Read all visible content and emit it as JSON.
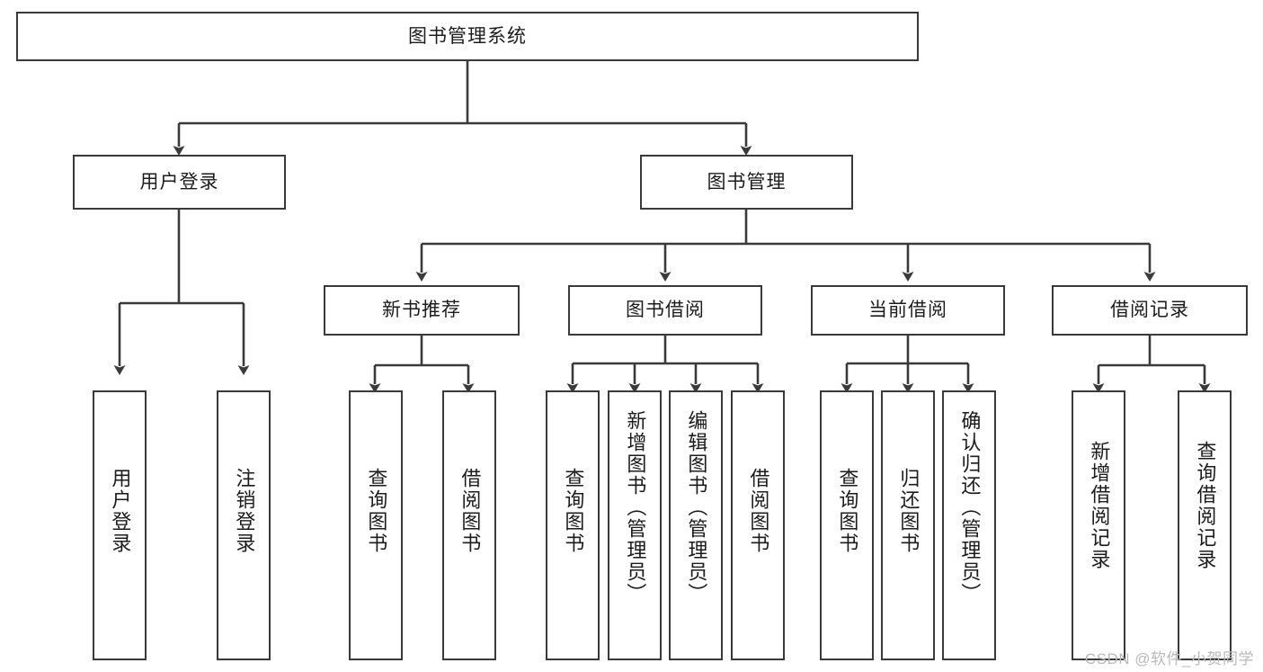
{
  "diagram": {
    "title": "图书管理系统",
    "root": {
      "label": "图书管理系统"
    },
    "level2": [
      {
        "label": "用户登录"
      },
      {
        "label": "图书管理"
      }
    ],
    "level3": [
      {
        "label": "新书推荐"
      },
      {
        "label": "图书借阅"
      },
      {
        "label": "当前借阅"
      },
      {
        "label": "借阅记录"
      }
    ],
    "leaves": {
      "user_login": [
        {
          "label": "用户登录"
        },
        {
          "label": "注销登录"
        }
      ],
      "new_book": [
        {
          "label": "查询图书"
        },
        {
          "label": "借阅图书"
        }
      ],
      "borrow_book": [
        {
          "label": "查询图书"
        },
        {
          "label": "新增图书（管理员）"
        },
        {
          "label": "编辑图书（管理员）"
        },
        {
          "label": "借阅图书"
        }
      ],
      "current_borrow": [
        {
          "label": "查询图书"
        },
        {
          "label": "归还图书"
        },
        {
          "label": "确认归还（管理员）"
        }
      ],
      "borrow_record": [
        {
          "label": "新增借阅记录"
        },
        {
          "label": "查询借阅记录"
        }
      ]
    }
  },
  "watermark": {
    "text": "CSDN @软件_小贺同学"
  },
  "colors": {
    "stroke": "#3a3a3a",
    "text": "#1c1c1c",
    "background": "#ffffff",
    "watermark": "#b9b9b9"
  }
}
